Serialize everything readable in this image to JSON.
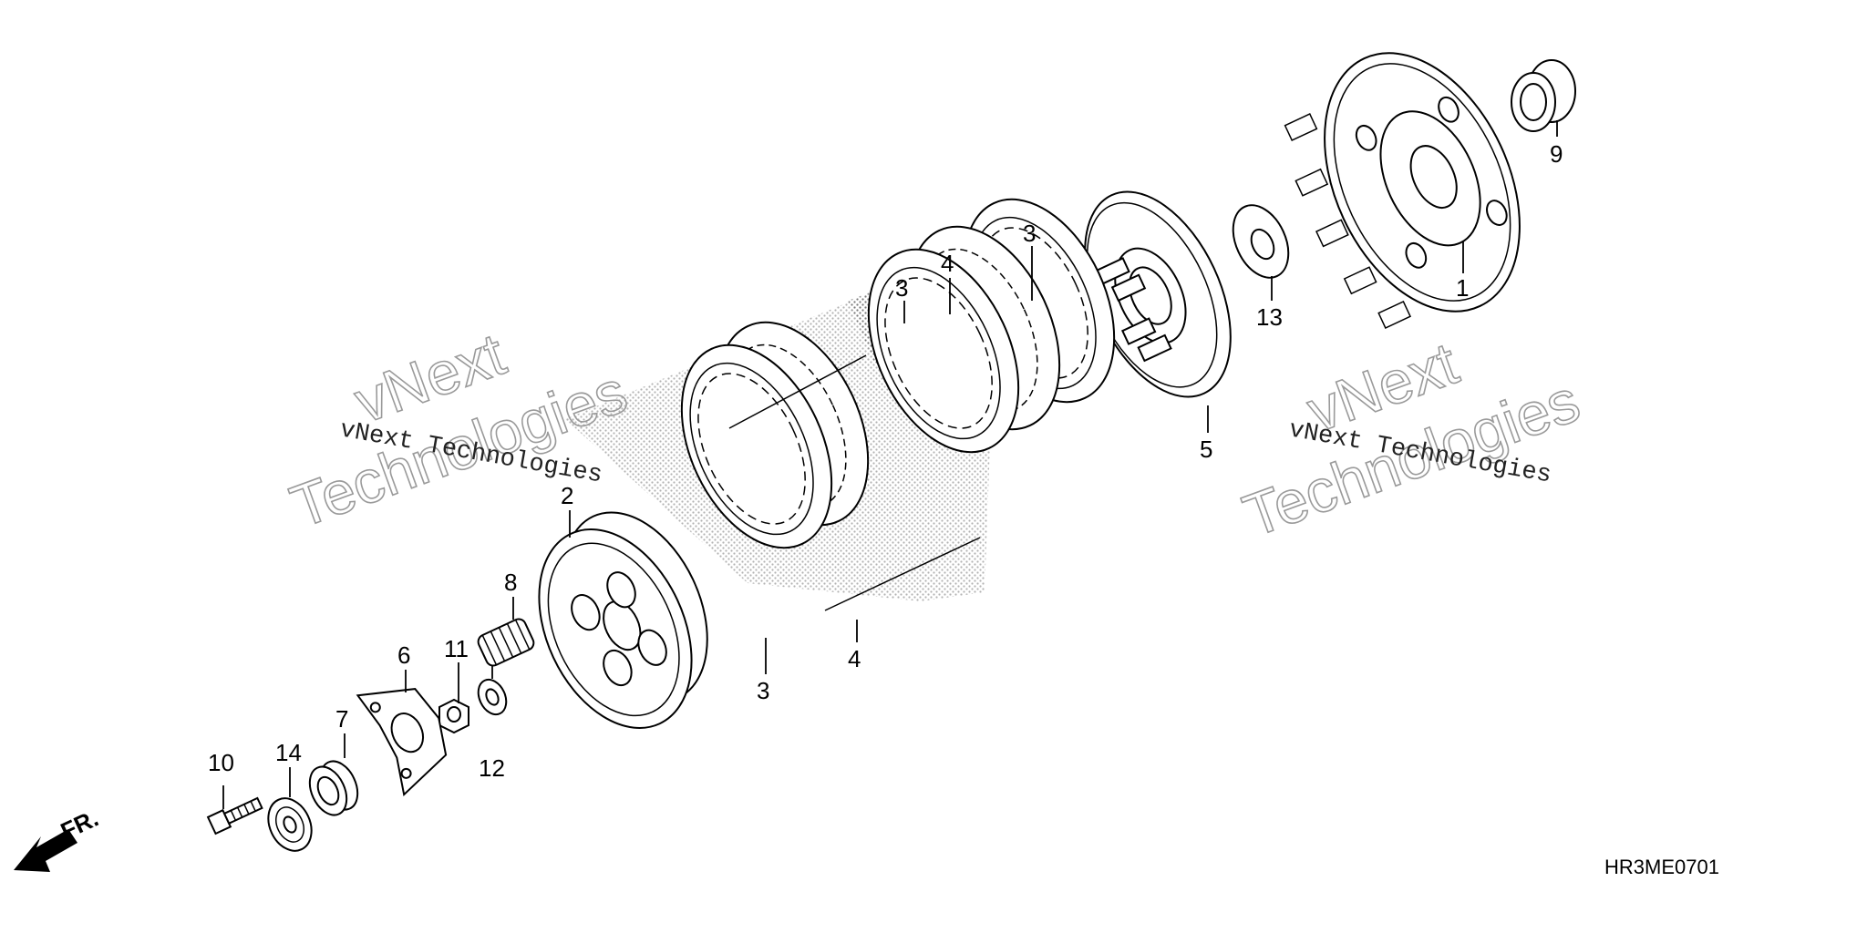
{
  "diagram_code": "HR3ME0701",
  "direction_indicator": "FR.",
  "watermark": {
    "line_small": "vNext Technologies",
    "line_big_1": "vNext",
    "line_big_2": "Technologies"
  },
  "callouts": [
    {
      "id": "c1",
      "number": "1"
    },
    {
      "id": "c2",
      "number": "2"
    },
    {
      "id": "c3a",
      "number": "3"
    },
    {
      "id": "c3b",
      "number": "3"
    },
    {
      "id": "c3c",
      "number": "3"
    },
    {
      "id": "c4a",
      "number": "4"
    },
    {
      "id": "c4b",
      "number": "4"
    },
    {
      "id": "c5",
      "number": "5"
    },
    {
      "id": "c6",
      "number": "6"
    },
    {
      "id": "c7",
      "number": "7"
    },
    {
      "id": "c8",
      "number": "8"
    },
    {
      "id": "c9",
      "number": "9"
    },
    {
      "id": "c10",
      "number": "10"
    },
    {
      "id": "c11",
      "number": "11"
    },
    {
      "id": "c12",
      "number": "12"
    },
    {
      "id": "c13",
      "number": "13"
    },
    {
      "id": "c14",
      "number": "14"
    }
  ]
}
